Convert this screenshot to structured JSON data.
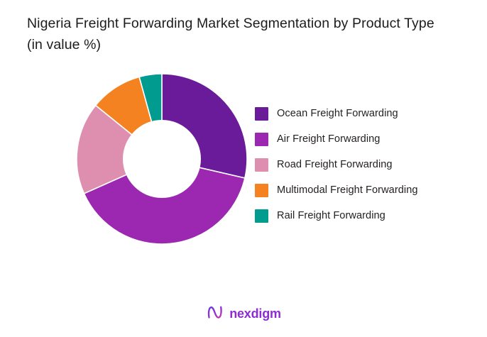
{
  "title": "Nigeria Freight Forwarding Market Segmentation by Product Type (in value %)",
  "footer": {
    "logo_text": "nexdigm",
    "logo_mark_name": "nexdigm-n-logo",
    "logo_color": "#8f2bd5"
  },
  "legend": {
    "position": "right",
    "items": [
      {
        "label": "Ocean Freight Forwarding",
        "color": "#6a1b9a"
      },
      {
        "label": "Air Freight Forwarding",
        "color": "#9c27b0"
      },
      {
        "label": "Road Freight Forwarding",
        "color": "#de8fb0"
      },
      {
        "label": "Multimodal Freight Forwarding",
        "color": "#f58220"
      },
      {
        "label": "Rail Freight Forwarding",
        "color": "#019b8f"
      }
    ]
  },
  "chart_data": {
    "type": "pie",
    "variant": "donut",
    "title": "Nigeria Freight Forwarding Market Segmentation by Product Type (in value %)",
    "xlabel": "",
    "ylabel": "",
    "units": "%",
    "start_angle_deg": 0,
    "direction": "clockwise",
    "inner_radius_ratio": 0.46,
    "categories": [
      "Ocean Freight Forwarding",
      "Air Freight Forwarding",
      "Road Freight Forwarding",
      "Multimodal Freight Forwarding",
      "Rail Freight Forwarding"
    ],
    "values": [
      28.6,
      39.7,
      17.5,
      9.9,
      4.3
    ],
    "colors": [
      "#6a1b9a",
      "#9c27b0",
      "#de8fb0",
      "#f58220",
      "#019b8f"
    ],
    "slices": [
      {
        "label": "Ocean Freight Forwarding",
        "value": 28.6,
        "color": "#6a1b9a",
        "start_deg": 0,
        "end_deg": 103
      },
      {
        "label": "Air Freight Forwarding",
        "value": 39.7,
        "color": "#9c27b0",
        "start_deg": 103,
        "end_deg": 246
      },
      {
        "label": "Road Freight Forwarding",
        "value": 17.5,
        "color": "#de8fb0",
        "start_deg": 246,
        "end_deg": 309
      },
      {
        "label": "Multimodal Freight Forwarding",
        "value": 9.9,
        "color": "#f58220",
        "start_deg": 309,
        "end_deg": 344.6
      },
      {
        "label": "Rail Freight Forwarding",
        "value": 4.3,
        "color": "#019b8f",
        "start_deg": 344.6,
        "end_deg": 360
      }
    ],
    "data_labels_shown": false,
    "grid": false,
    "legend": [
      "Ocean Freight Forwarding",
      "Air Freight Forwarding",
      "Road Freight Forwarding",
      "Multimodal Freight Forwarding",
      "Rail Freight Forwarding"
    ]
  }
}
